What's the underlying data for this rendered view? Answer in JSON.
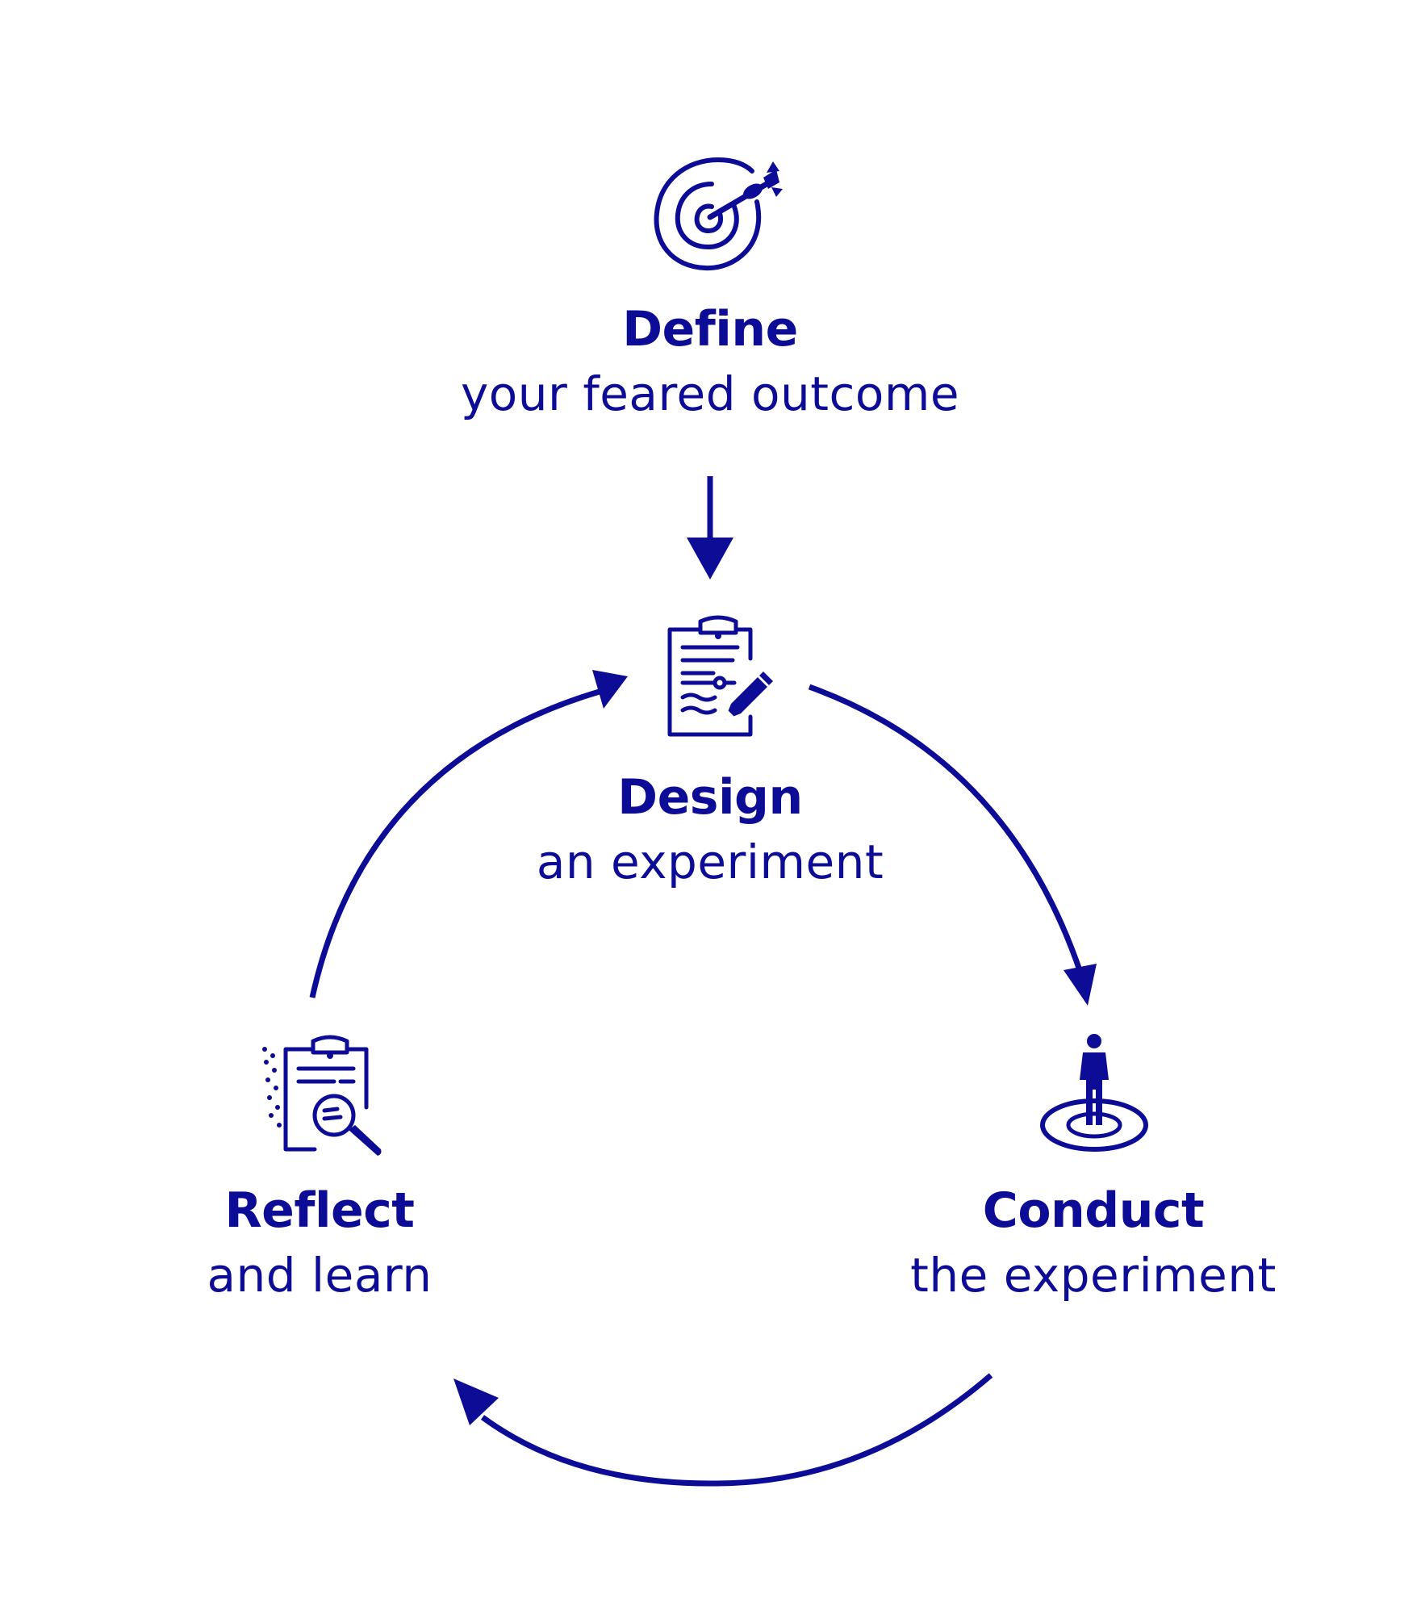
{
  "colors": {
    "primary": "#0c0c96",
    "background": "#ffffff"
  },
  "steps": [
    {
      "key": "define",
      "title": "Define",
      "subtitle": "your feared outcome",
      "icon": "target-dart-icon"
    },
    {
      "key": "design",
      "title": "Design",
      "subtitle": "an experiment",
      "icon": "clipboard-pencil-icon"
    },
    {
      "key": "conduct",
      "title": "Conduct",
      "subtitle": "the experiment",
      "icon": "person-on-target-icon"
    },
    {
      "key": "reflect",
      "title": "Reflect",
      "subtitle": "and learn",
      "icon": "clipboard-magnifier-icon"
    }
  ],
  "flow": [
    {
      "from": "Define",
      "to": "Design"
    },
    {
      "from": "Design",
      "to": "Conduct"
    },
    {
      "from": "Conduct",
      "to": "Reflect"
    },
    {
      "from": "Reflect",
      "to": "Design"
    }
  ]
}
